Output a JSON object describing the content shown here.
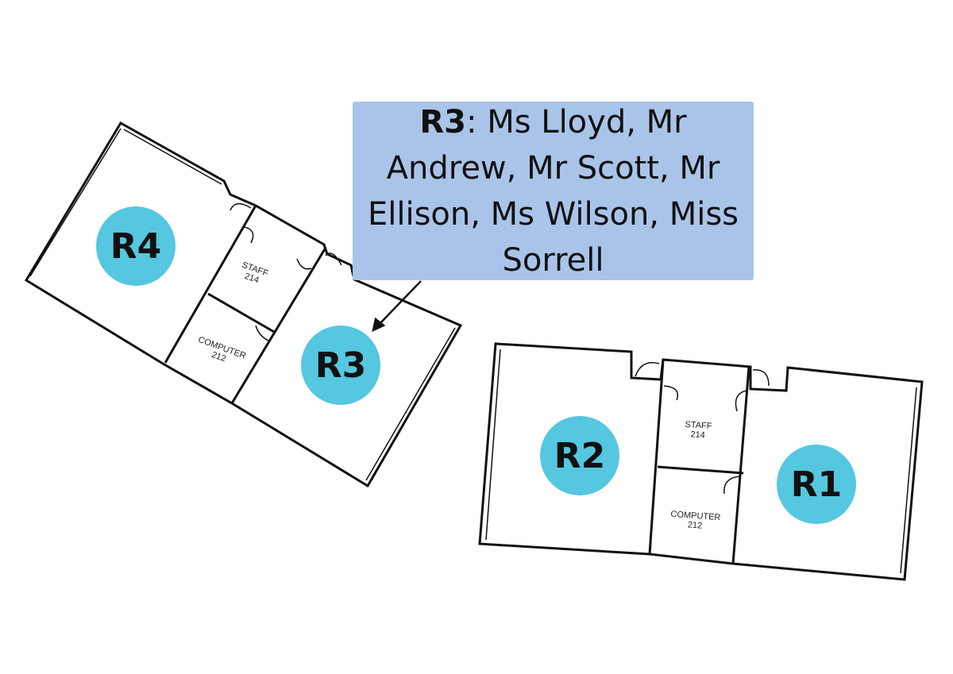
{
  "callout": {
    "room": "R3",
    "separator": ":",
    "staff_list": " Ms Lloyd, Mr Andrew, Mr Scott, Mr Ellison, Ms Wilson, Miss Sorrell"
  },
  "rooms": {
    "r1": "R1",
    "r2": "R2",
    "r3": "R3",
    "r4": "R4"
  },
  "left_block": {
    "staff_name": "STAFF",
    "staff_number": "214",
    "computer_name": "COMPUTER",
    "computer_number": "212"
  },
  "right_block": {
    "staff_name": "STAFF",
    "staff_number": "214",
    "computer_name": "COMPUTER",
    "computer_number": "212"
  },
  "colors": {
    "callout_bg": "#aac4e9",
    "badge": "#55c7e0",
    "wall": "#111111"
  }
}
